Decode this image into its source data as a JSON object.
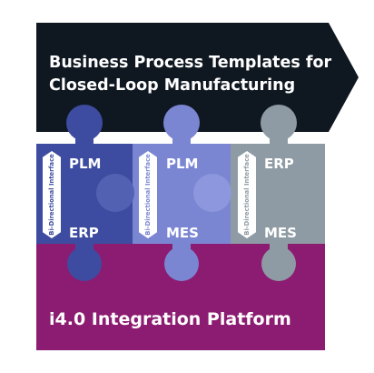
{
  "banner": {
    "title_line1": "Business Process Templates for",
    "title_line2": "Closed-Loop Manufacturing",
    "color": "#0f1720"
  },
  "modules": [
    {
      "top": "PLM",
      "bottom": "ERP",
      "interface": "Bi-Directional Interface",
      "color": "#3d4ca0",
      "tab": "#5361b3"
    },
    {
      "top": "PLM",
      "bottom": "MES",
      "interface": "Bi-Directional Interface",
      "color": "#7b86d3",
      "tab": "#8d97dd"
    },
    {
      "top": "ERP",
      "bottom": "MES",
      "interface": "Bi-Directional Interface",
      "color": "#8e9ba4",
      "tab": "#a1acb4"
    }
  ],
  "platform": {
    "label": "i4.0 Integration Platform",
    "color": "#8c1c71"
  }
}
